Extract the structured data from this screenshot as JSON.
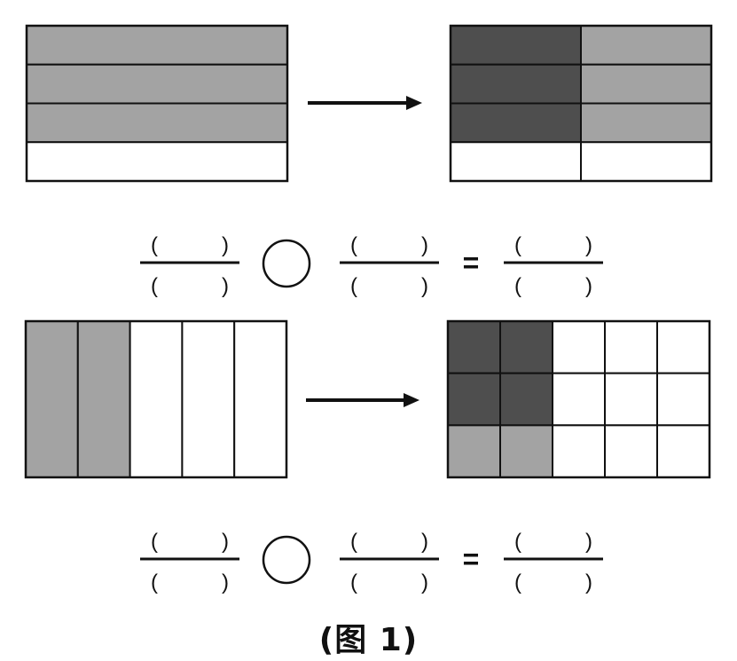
{
  "colors": {
    "shaded": "#a3a3a3",
    "dark": "#4e4e4e",
    "empty": "#ffffff",
    "line": "#111111"
  },
  "problems": [
    {
      "left_figure": {
        "rows": 4,
        "cols": 1,
        "shaded_rows": 3,
        "shaded_cols": 1
      },
      "right_figure": {
        "rows": 4,
        "cols": 2,
        "shaded_rows": 3,
        "shaded_cols": 2,
        "dark_rows": 3,
        "dark_cols": 1
      },
      "equation": {
        "blank_open": "(",
        "blank_close": ")",
        "operator_symbol": "circle",
        "equals": "="
      }
    },
    {
      "left_figure": {
        "rows": 1,
        "cols": 5,
        "shaded_rows": 1,
        "shaded_cols": 2
      },
      "right_figure": {
        "rows": 3,
        "cols": 5,
        "shaded_rows": 3,
        "shaded_cols": 2,
        "dark_rows": 2,
        "dark_cols": 2
      },
      "equation": {
        "blank_open": "(",
        "blank_close": ")",
        "operator_symbol": "circle",
        "equals": "="
      }
    }
  ],
  "caption": "(图 1)"
}
